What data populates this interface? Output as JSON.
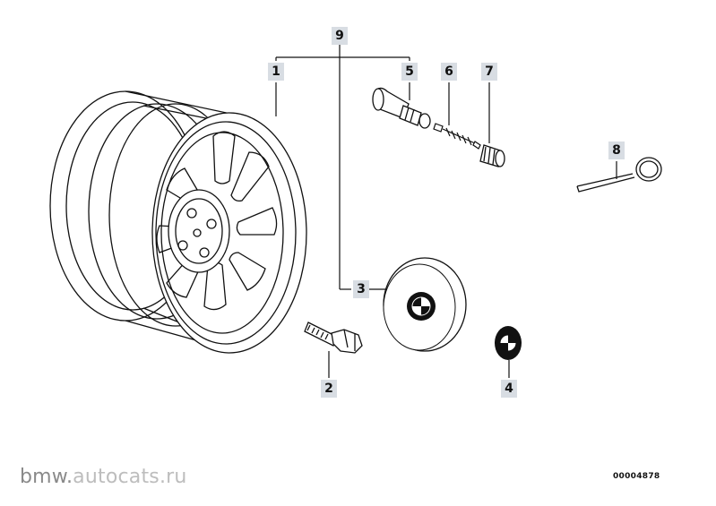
{
  "callouts": {
    "c1": "1",
    "c2": "2",
    "c3": "3",
    "c4": "4",
    "c5": "5",
    "c6": "6",
    "c7": "7",
    "c8": "8",
    "c9": "9"
  },
  "watermark": {
    "prefix": "bmw.",
    "suffix": "autocats.ru"
  },
  "reference_number": "00004878",
  "colors": {
    "callout_bg": "#d8dde3",
    "line": "#111111",
    "watermark": "#8a8a8a"
  }
}
